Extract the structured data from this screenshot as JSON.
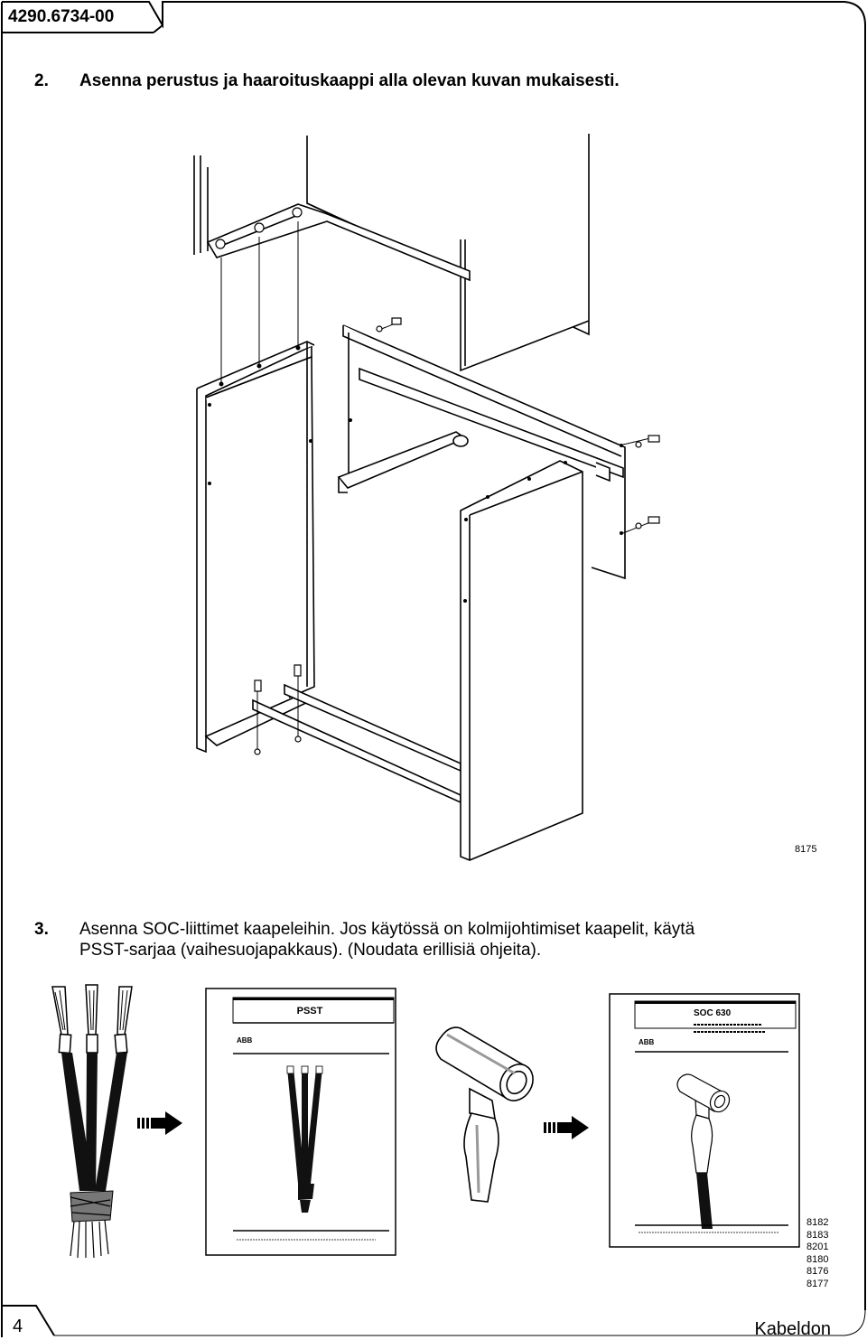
{
  "header": {
    "doc_id": "4290.6734-00"
  },
  "step2": {
    "number": "2.",
    "text": "Asenna perustus ja haaroituskaappi alla olevan kuvan mukaisesti."
  },
  "figure1": {
    "code": "8175"
  },
  "step3": {
    "number": "3.",
    "line1": "Asenna SOC-liittimet kaapeleihin. Jos käytössä on kolmijohtimiset kaapelit, käytä",
    "line2": "PSST-sarjaa (vaihesuojapakkaus). (Noudata erillisiä ohjeita)."
  },
  "booklet_psst": {
    "title": "PSST"
  },
  "booklet_soc": {
    "title": "SOC 630"
  },
  "figure2": {
    "codes": [
      "8182",
      "8183",
      "8201",
      "8180",
      "8176",
      "8177"
    ]
  },
  "footer": {
    "page_number": "4",
    "brand": "Kabeldon"
  },
  "icons": [
    "arrow-right-icon",
    "arrow-right-icon"
  ]
}
